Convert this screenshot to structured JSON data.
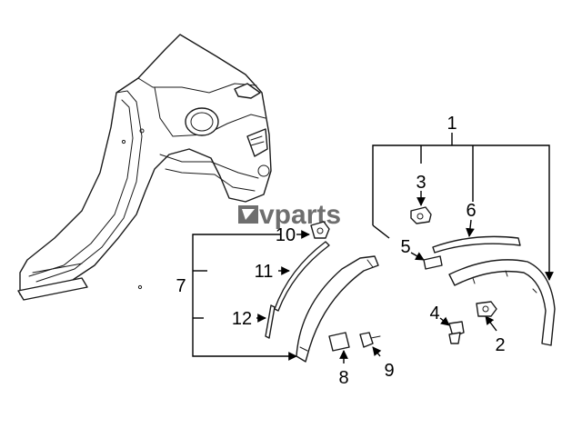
{
  "watermark": {
    "text": "vparts",
    "logo": "ev-logo-icon"
  },
  "callouts": [
    {
      "id": "1",
      "label": "1"
    },
    {
      "id": "2",
      "label": "2"
    },
    {
      "id": "3",
      "label": "3"
    },
    {
      "id": "4",
      "label": "4"
    },
    {
      "id": "5",
      "label": "5"
    },
    {
      "id": "6",
      "label": "6"
    },
    {
      "id": "7",
      "label": "7"
    },
    {
      "id": "8",
      "label": "8"
    },
    {
      "id": "9",
      "label": "9"
    },
    {
      "id": "10",
      "label": "10"
    },
    {
      "id": "11",
      "label": "11"
    },
    {
      "id": "12",
      "label": "12"
    }
  ],
  "colors": {
    "line": "#1a1a1a",
    "watermark": "#6e6e6e",
    "background": "#ffffff"
  }
}
